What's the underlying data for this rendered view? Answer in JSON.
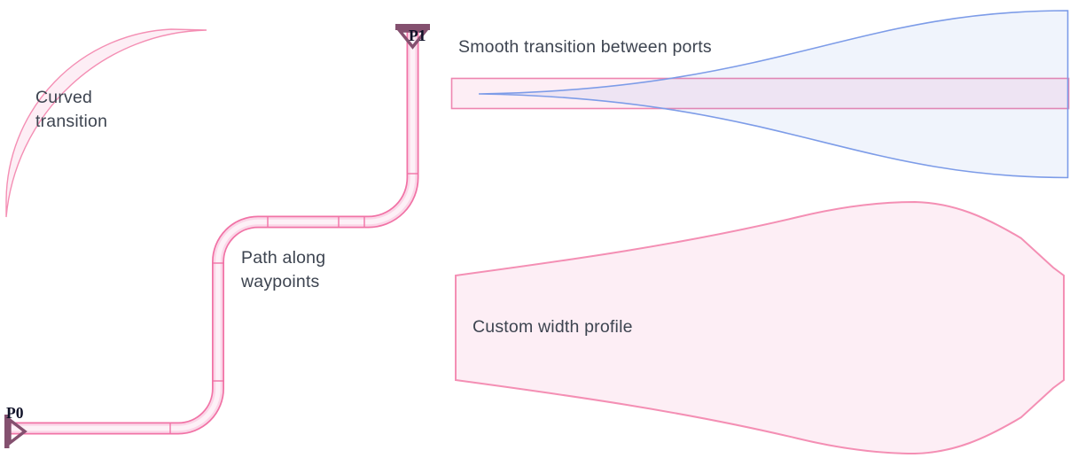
{
  "annotations": {
    "curved_transition": "Curved transition",
    "path_waypoints": "Path along waypoints",
    "smooth_transition": "Smooth transition between ports",
    "custom_width_profile": "Custom width profile"
  },
  "ports": {
    "p0": {
      "label": "P0"
    },
    "p1": {
      "label": "P1"
    }
  },
  "colors": {
    "waveguide_stroke": "#f173a6",
    "waveguide_fill": "#fbd7e8",
    "waveguide_core": "#fdf1f7",
    "pink_fill": "#fdeef5",
    "pink_stroke": "#f48fb4",
    "rect_stroke": "#ee86b0",
    "blue_stroke": "#7d9ce8",
    "blue_fill": "rgba(110,145,230,0.10)",
    "port_marker": "#84506f",
    "label_text": "#3d4450",
    "port_text": "#101228",
    "background": "#ffffff"
  }
}
